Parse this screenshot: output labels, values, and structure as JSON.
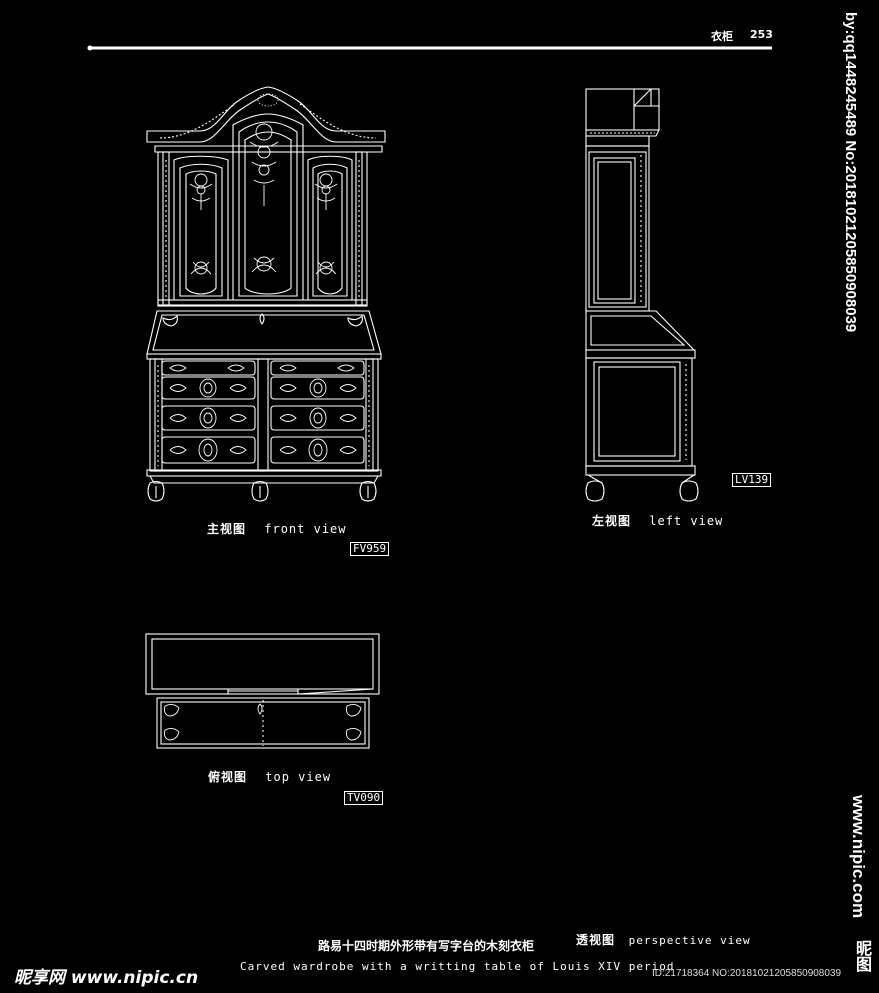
{
  "header": {
    "section": "衣柜",
    "page": "253"
  },
  "views": {
    "front": {
      "zh": "主视图",
      "en": "front view",
      "code": "FV959"
    },
    "left": {
      "zh": "左视图",
      "en": "left view",
      "code": "LV139"
    },
    "top": {
      "zh": "俯视图",
      "en": "top view",
      "code": "TV090"
    },
    "perspective": {
      "zh": "透视图",
      "en": "perspective view"
    }
  },
  "caption": {
    "zh": "路易十四时期外形带有写字台的木刻衣柜",
    "en": "Carved wardrobe with a writting table of Louis XIV period"
  },
  "watermark": {
    "side_id": "by:qq1448245489 No:20181021205850908039",
    "site_vertical": "www.nipic.com",
    "site_logo_glyph": "昵图",
    "bottom_logo": "昵享网 www.nipic.cn",
    "bottom_id": "ID:21718364 NO:20181021205850908039"
  }
}
